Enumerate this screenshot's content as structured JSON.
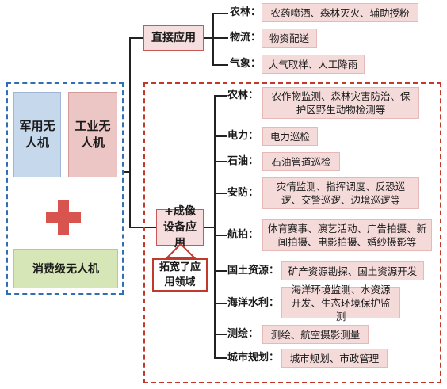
{
  "left_group": {
    "military": "军用无人机",
    "industrial": "工业无人机",
    "consumer": "消费级无人机"
  },
  "direct": {
    "label": "直接应用",
    "items": [
      {
        "category": "农林：",
        "content": "农药喷洒、森林灭火、辅助授粉"
      },
      {
        "category": "物流：",
        "content": "物资配送"
      },
      {
        "category": "气象：",
        "content": "大气取样、人工降雨"
      }
    ]
  },
  "imaging": {
    "label": "+成像设备应用",
    "callout": "拓宽了应用领域",
    "items": [
      {
        "category": "农林：",
        "content": "农作物监测、森林灾害防治、保护区野生动物检测等"
      },
      {
        "category": "电力：",
        "content": "电力巡检"
      },
      {
        "category": "石油：",
        "content": "石油管道巡检"
      },
      {
        "category": "安防：",
        "content": "灾情监测、指挥调度、反恐巡逻、交警巡逻、边境巡逻等"
      },
      {
        "category": "航拍：",
        "content": "体育赛事、演艺活动、广告拍摄、新闻拍摄、电影拍摄、婚纱摄影等"
      },
      {
        "category": "国土资源：",
        "content": "矿产资源勘探、国土资源开发"
      },
      {
        "category": "海洋水利：",
        "content": "海洋环境监测、水资源开发、生态环境保护监测"
      },
      {
        "category": "测绘：",
        "content": "测绘、航空摄影测量"
      },
      {
        "category": "城市规划：",
        "content": "城市规划、市政管理"
      }
    ]
  },
  "colors": {
    "blue_dash": "#2f6fb5",
    "red_dash": "#c0392b",
    "plus": "#d9534f"
  }
}
